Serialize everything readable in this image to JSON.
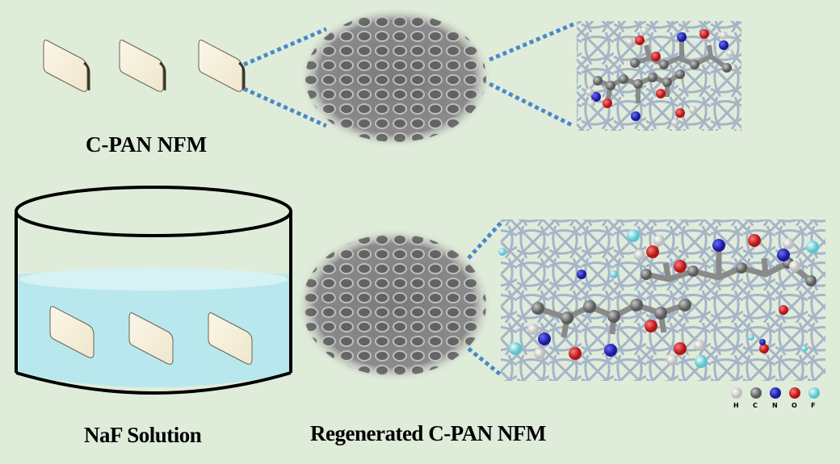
{
  "labels": {
    "top_membrane": "C-PAN NFM",
    "solution": "NaF Solution",
    "bottom_membrane": "Regenerated C-PAN NFM"
  },
  "legend": {
    "items": [
      {
        "symbol": "H",
        "color": "#e6e6e6"
      },
      {
        "symbol": "C",
        "color": "#808080"
      },
      {
        "symbol": "N",
        "color": "#2a2ab4"
      },
      {
        "symbol": "O",
        "color": "#d02828"
      },
      {
        "symbol": "F",
        "color": "#8ee0e4"
      }
    ]
  },
  "colors": {
    "background": "#e0ecda",
    "solution": "#b8e8ee",
    "dotted_line": "#4a88c8",
    "fiber": "#a6b4c8",
    "membrane_piece": "#f6efdc"
  }
}
